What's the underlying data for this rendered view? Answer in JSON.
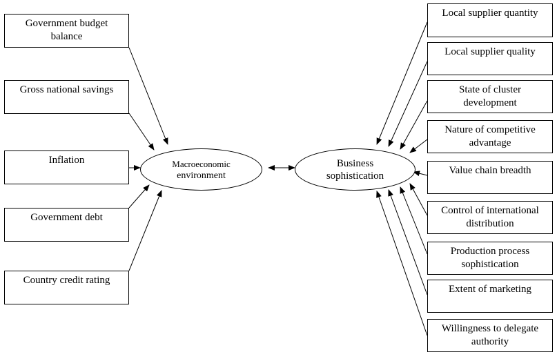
{
  "left_factors": [
    {
      "line1": "Government budget",
      "line2": "balance"
    },
    {
      "line1": "Gross national savings",
      "line2": ""
    },
    {
      "line1": "Inflation",
      "line2": ""
    },
    {
      "line1": "Government debt",
      "line2": ""
    },
    {
      "line1": "Country credit rating",
      "line2": ""
    }
  ],
  "center": {
    "macro": {
      "line1": "Macroeconomic",
      "line2": "environment"
    },
    "business": {
      "line1": "Business",
      "line2": "sophistication"
    }
  },
  "right_factors": [
    {
      "line1": "Local supplier quantity",
      "line2": ""
    },
    {
      "line1": "Local supplier quality",
      "line2": ""
    },
    {
      "line1": "State of cluster",
      "line2": "development"
    },
    {
      "line1": "Nature of competitive",
      "line2": "advantage"
    },
    {
      "line1": "Value chain breadth",
      "line2": ""
    },
    {
      "line1": "Control of international",
      "line2": "distribution"
    },
    {
      "line1": "Production process",
      "line2": "sophistication"
    },
    {
      "line1": "Extent of marketing",
      "line2": ""
    },
    {
      "line1": "Willingness to delegate",
      "line2": "authority"
    }
  ]
}
